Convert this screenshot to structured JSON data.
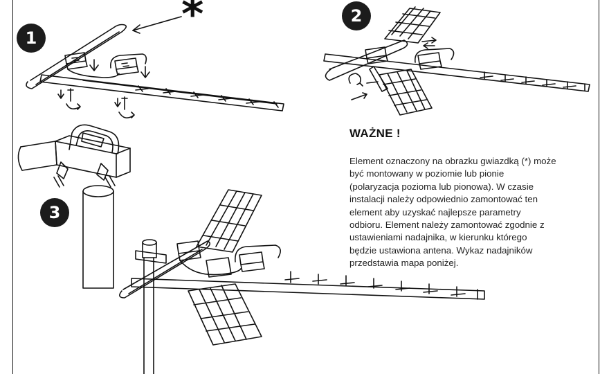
{
  "steps": [
    "1",
    "2",
    "3"
  ],
  "marker": "*",
  "important": {
    "heading": "WAŻNE !",
    "lines": [
      "Element oznaczony na obrazku gwiazdką (*) może",
      "być montowany w poziomie lub pionie",
      "(polaryzacja pozioma lub pionowa). W czasie",
      "instalacji należy odpowiednio zamontować ten",
      "element aby uzyskać najlepsze parametry",
      "odbioru. Element należy zamontować zgodnie z",
      "ustawieniami nadajnika, w kierunku którego",
      "będzie ustawiona antena. Wykaz nadajników",
      "przedstawia mapa poniżej."
    ]
  }
}
